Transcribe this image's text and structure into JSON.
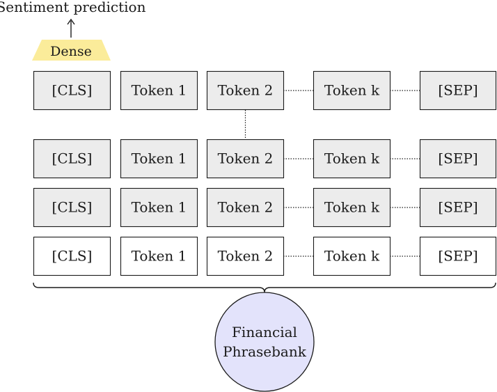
{
  "output_label": "Sentiment prediction",
  "dense_label": "Dense",
  "rows": [
    {
      "shaded": true,
      "tokens": [
        "[CLS]",
        "Token 1",
        "Token 2",
        "Token k",
        "[SEP]"
      ]
    },
    {
      "shaded": true,
      "tokens": [
        "[CLS]",
        "Token 1",
        "Token 2",
        "Token k",
        "[SEP]"
      ]
    },
    {
      "shaded": true,
      "tokens": [
        "[CLS]",
        "Token 1",
        "Token 2",
        "Token k",
        "[SEP]"
      ]
    },
    {
      "shaded": false,
      "tokens": [
        "[CLS]",
        "Token 1",
        "Token 2",
        "Token k",
        "[SEP]"
      ]
    }
  ],
  "dataset_lines": [
    "Financial",
    "Phrasebank"
  ],
  "colors": {
    "shaded_box": "#ececec",
    "plain_box": "#ffffff",
    "dense_fill": "#fbec9a",
    "dataset_fill": "#e3e3fb",
    "stroke": "#1a1a1a"
  }
}
